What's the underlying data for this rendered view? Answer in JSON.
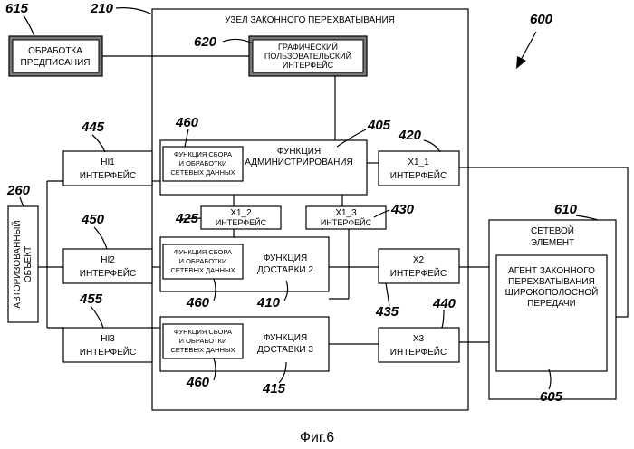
{
  "figure": {
    "number": "600",
    "caption": "Фиг.6"
  },
  "node": {
    "ref": "210",
    "title": "УЗЕЛ ЗАКОННОГО ПЕРЕХВАТЫВАНИЯ"
  },
  "mandate": {
    "ref": "615",
    "line1": "ОБРАБОТКА",
    "line2": "ПРЕДПИСАНИЯ"
  },
  "gui": {
    "ref": "620",
    "line1": "ГРАФИЧЕСКИЙ",
    "line2": "ПОЛЬЗОВАТЕЛЬСКИЙ",
    "line3": "ИНТЕРФЕЙС"
  },
  "admin": {
    "ref": "405",
    "line1": "ФУНКЦИЯ",
    "line2": "АДМИНИСТРИРОВАНИЯ",
    "sub_ref": "460",
    "sub1": "ФУНКЦИЯ СБОРА",
    "sub2": "И ОБРАБОТКИ",
    "sub3": "СЕТЕВЫХ ДАННЫХ"
  },
  "delivery2": {
    "ref": "410",
    "line1": "ФУНКЦИЯ",
    "line2": "ДОСТАВКИ 2",
    "sub_ref": "460",
    "sub1": "ФУНКЦИЯ СБОРА",
    "sub2": "И ОБРАБОТКИ",
    "sub3": "СЕТЕВЫХ ДАННЫХ"
  },
  "delivery3": {
    "ref": "415",
    "line1": "ФУНКЦИЯ",
    "line2": "ДОСТАВКИ 3",
    "sub_ref": "460",
    "sub1": "ФУНКЦИЯ СБОРА",
    "sub2": "И ОБРАБОТКИ",
    "sub3": "СЕТЕВЫХ ДАННЫХ"
  },
  "x1_1": {
    "ref": "420",
    "name": "X1_1",
    "label": "ИНТЕРФЕЙС"
  },
  "x1_2": {
    "ref": "425",
    "name": "X1_2",
    "label": "ИНТЕРФЕЙС"
  },
  "x1_3": {
    "ref": "430",
    "name": "X1_3",
    "label": "ИНТЕРФЕЙС"
  },
  "x2": {
    "ref": "435",
    "name": "X2",
    "label": "ИНТЕРФЕЙС"
  },
  "x3": {
    "ref": "440",
    "name": "X3",
    "label": "ИНТЕРФЕЙС"
  },
  "hi1": {
    "ref": "445",
    "name": "HI1",
    "label": "ИНТЕРФЕЙС"
  },
  "hi2": {
    "ref": "450",
    "name": "HI2",
    "label": "ИНТЕРФЕЙС"
  },
  "hi3": {
    "ref": "455",
    "name": "HI3",
    "label": "ИНТЕРФЕЙС"
  },
  "authorized": {
    "ref": "260",
    "line1": "АВТОРИЗОВАННЫЙ",
    "line2": "ОБЪЕКТ"
  },
  "network_element": {
    "ref": "610",
    "line1": "СЕТЕВОЙ",
    "line2": "ЭЛЕМЕНТ"
  },
  "agent": {
    "ref": "605",
    "line1": "АГЕНТ ЗАКОННОГО",
    "line2": "ПЕРЕХВАТЫВАНИЯ",
    "line3": "ШИРОКОПОЛОСНОЙ",
    "line4": "ПЕРЕДАЧИ"
  }
}
